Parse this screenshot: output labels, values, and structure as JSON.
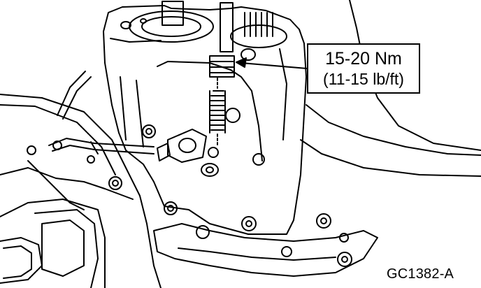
{
  "callout": {
    "torque_nm": "15-20 Nm",
    "torque_lbft": "(11-15 lb/ft)"
  },
  "figure_id": "GC1382-A"
}
